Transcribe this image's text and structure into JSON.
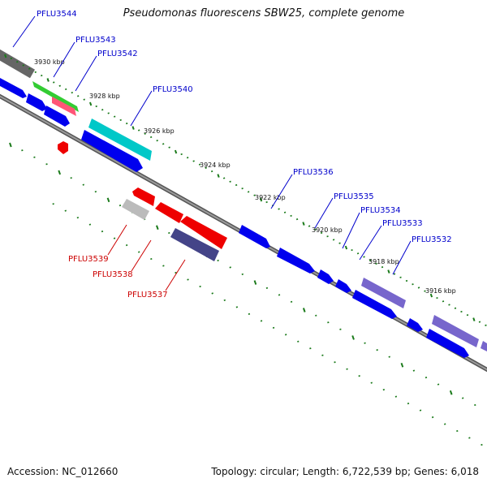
{
  "title": "Pseudomonas fluorescens SBW25, complete genome",
  "footer": {
    "accession": "Accession: NC_012660",
    "summary": "Topology: circular; Length: 6,722,539 bp; Genes: 6,018"
  },
  "colors": {
    "forward_gene": "#0000ee",
    "reverse_gene": "#ee0000",
    "label_forward": "#0000cc",
    "label_reverse": "#cc0000",
    "backbone": "#777777",
    "tick": "#1a7a1a",
    "highlight_cyan": "#00c8c8",
    "highlight_green": "#33cc33",
    "highlight_purple": "#7766cc",
    "highlight_navy": "#444488",
    "highlight_gray": "#bbbbbb"
  },
  "ticks": [
    "3930 kbp",
    "3928 kbp",
    "3926 kbp",
    "3924 kbp",
    "3922 kbp",
    "3920 kbp",
    "3918 kbp",
    "3916 kbp"
  ],
  "labels": {
    "forward": [
      "PFLU3544",
      "PFLU3543",
      "PFLU3542",
      "PFLU3540",
      "PFLU3536",
      "PFLU3535",
      "PFLU3534",
      "PFLU3533",
      "PFLU3532"
    ],
    "reverse": [
      "PFLU3539",
      "PFLU3538",
      "PFLU3537"
    ]
  }
}
